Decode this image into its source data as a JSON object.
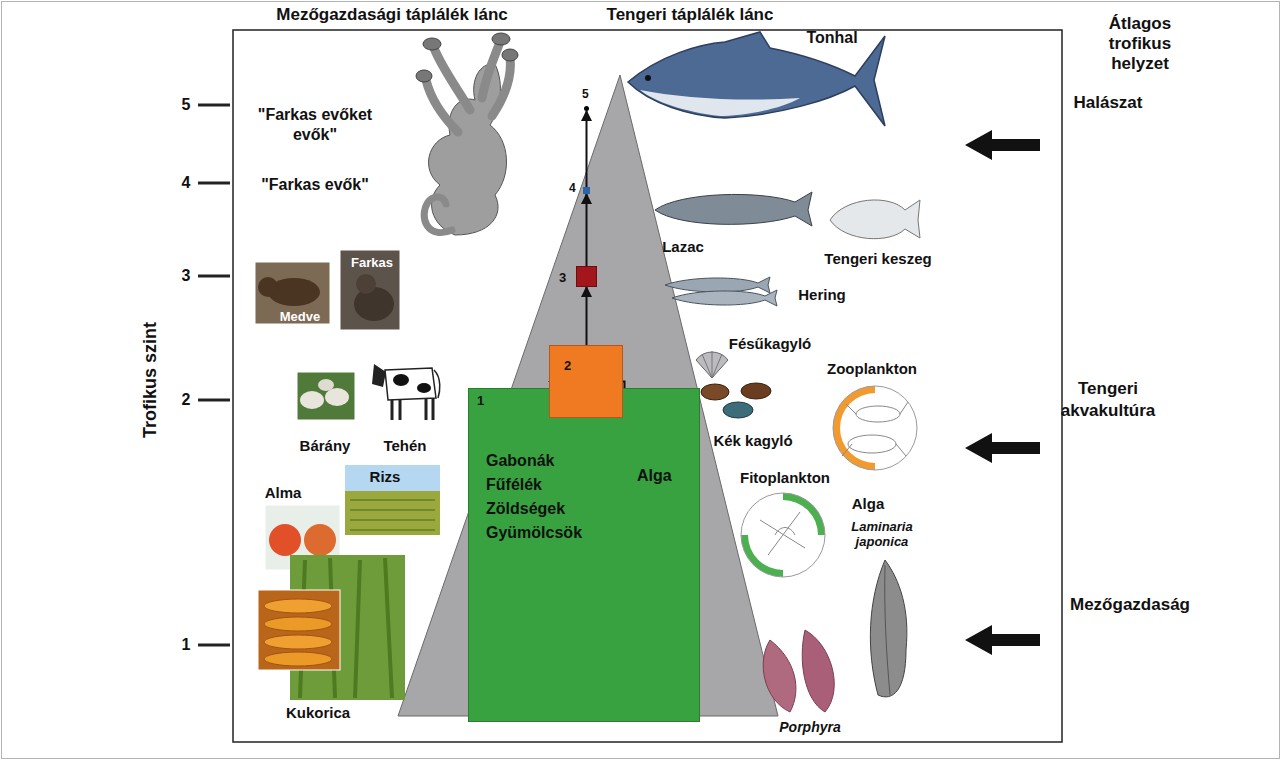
{
  "diagram": {
    "nodes": [
      {
        "text": [
          "1",
          "Gabonák Fűfélék Zöldségek Gyümölcsök",
          "Alga"
        ]
      },
      {
        "text": [
          "2"
        ]
      },
      {
        "text": [
          "3"
        ]
      },
      {
        "text": [
          "4"
        ]
      },
      {
        "text": [
          "5"
        ]
      }
    ],
    "edges": [
      {
        "from": 0,
        "to": 1,
        "arrow": "to"
      },
      {
        "from": 1,
        "to": 2,
        "arrow": "to"
      },
      {
        "from": 2,
        "to": 3,
        "arrow": "to"
      },
      {
        "from": 3,
        "to": 4,
        "arrow": "to"
      }
    ],
    "labels": [
      "Mezőgazdasági táplálék lánc",
      "Tengeri táplálék lánc",
      "Átlagos trofikus helyzet",
      "Trofikus szint",
      "5",
      "4",
      "3",
      "2",
      "1",
      "\"Farkas evőket evők\"",
      "\"Farkas evők\"",
      "Medve",
      "Farkas",
      "Bárány",
      "Tehén",
      "Alma",
      "Rizs",
      "Kukorica",
      "Tonhal",
      "Lazac",
      "Tengeri keszeg",
      "Hering",
      "Fésűkagyló",
      "Zooplankton",
      "Kék kagyló",
      "Fitoplankton",
      "Alga",
      "Laminaria japonica",
      "Porphyra",
      "Halászat",
      "Tengeri akvakultúra",
      "Mezőgazdaság"
    ]
  }
}
